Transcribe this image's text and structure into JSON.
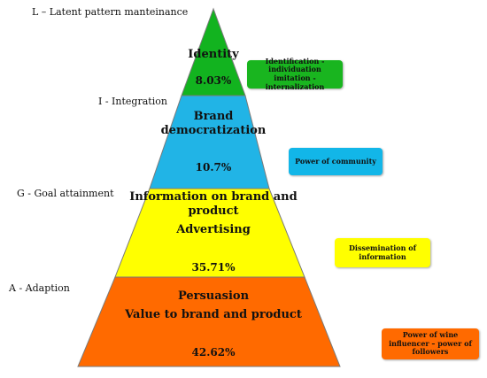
{
  "levels": [
    {
      "side_label": "L – Latent  pattern manteinance",
      "lines": [
        "Identity"
      ],
      "percent": "8.03%",
      "note": "Identification - individuation imitation - internalization",
      "fill": "#12b31f",
      "note_fill": "#19b51f"
    },
    {
      "side_label": "I - Integration",
      "lines": [
        "Brand",
        "democratization"
      ],
      "percent": "10.7%",
      "note": "Power of community",
      "fill": "#21b4e6",
      "note_fill": "#12b6e8"
    },
    {
      "side_label": "G - Goal attainment",
      "lines": [
        "Information on brand and",
        "product",
        "Advertising"
      ],
      "percent": "35.71%",
      "note": "Dissemination of information",
      "fill": "#ffff00",
      "note_fill": "#ffff00"
    },
    {
      "side_label": "A - Adaption",
      "lines": [
        "Persuasion",
        "Value to brand and product"
      ],
      "percent": "42.62%",
      "note": "Power of wine influencer – power of followers",
      "fill": "#ff6a00",
      "note_fill": "#ff6a00"
    }
  ]
}
